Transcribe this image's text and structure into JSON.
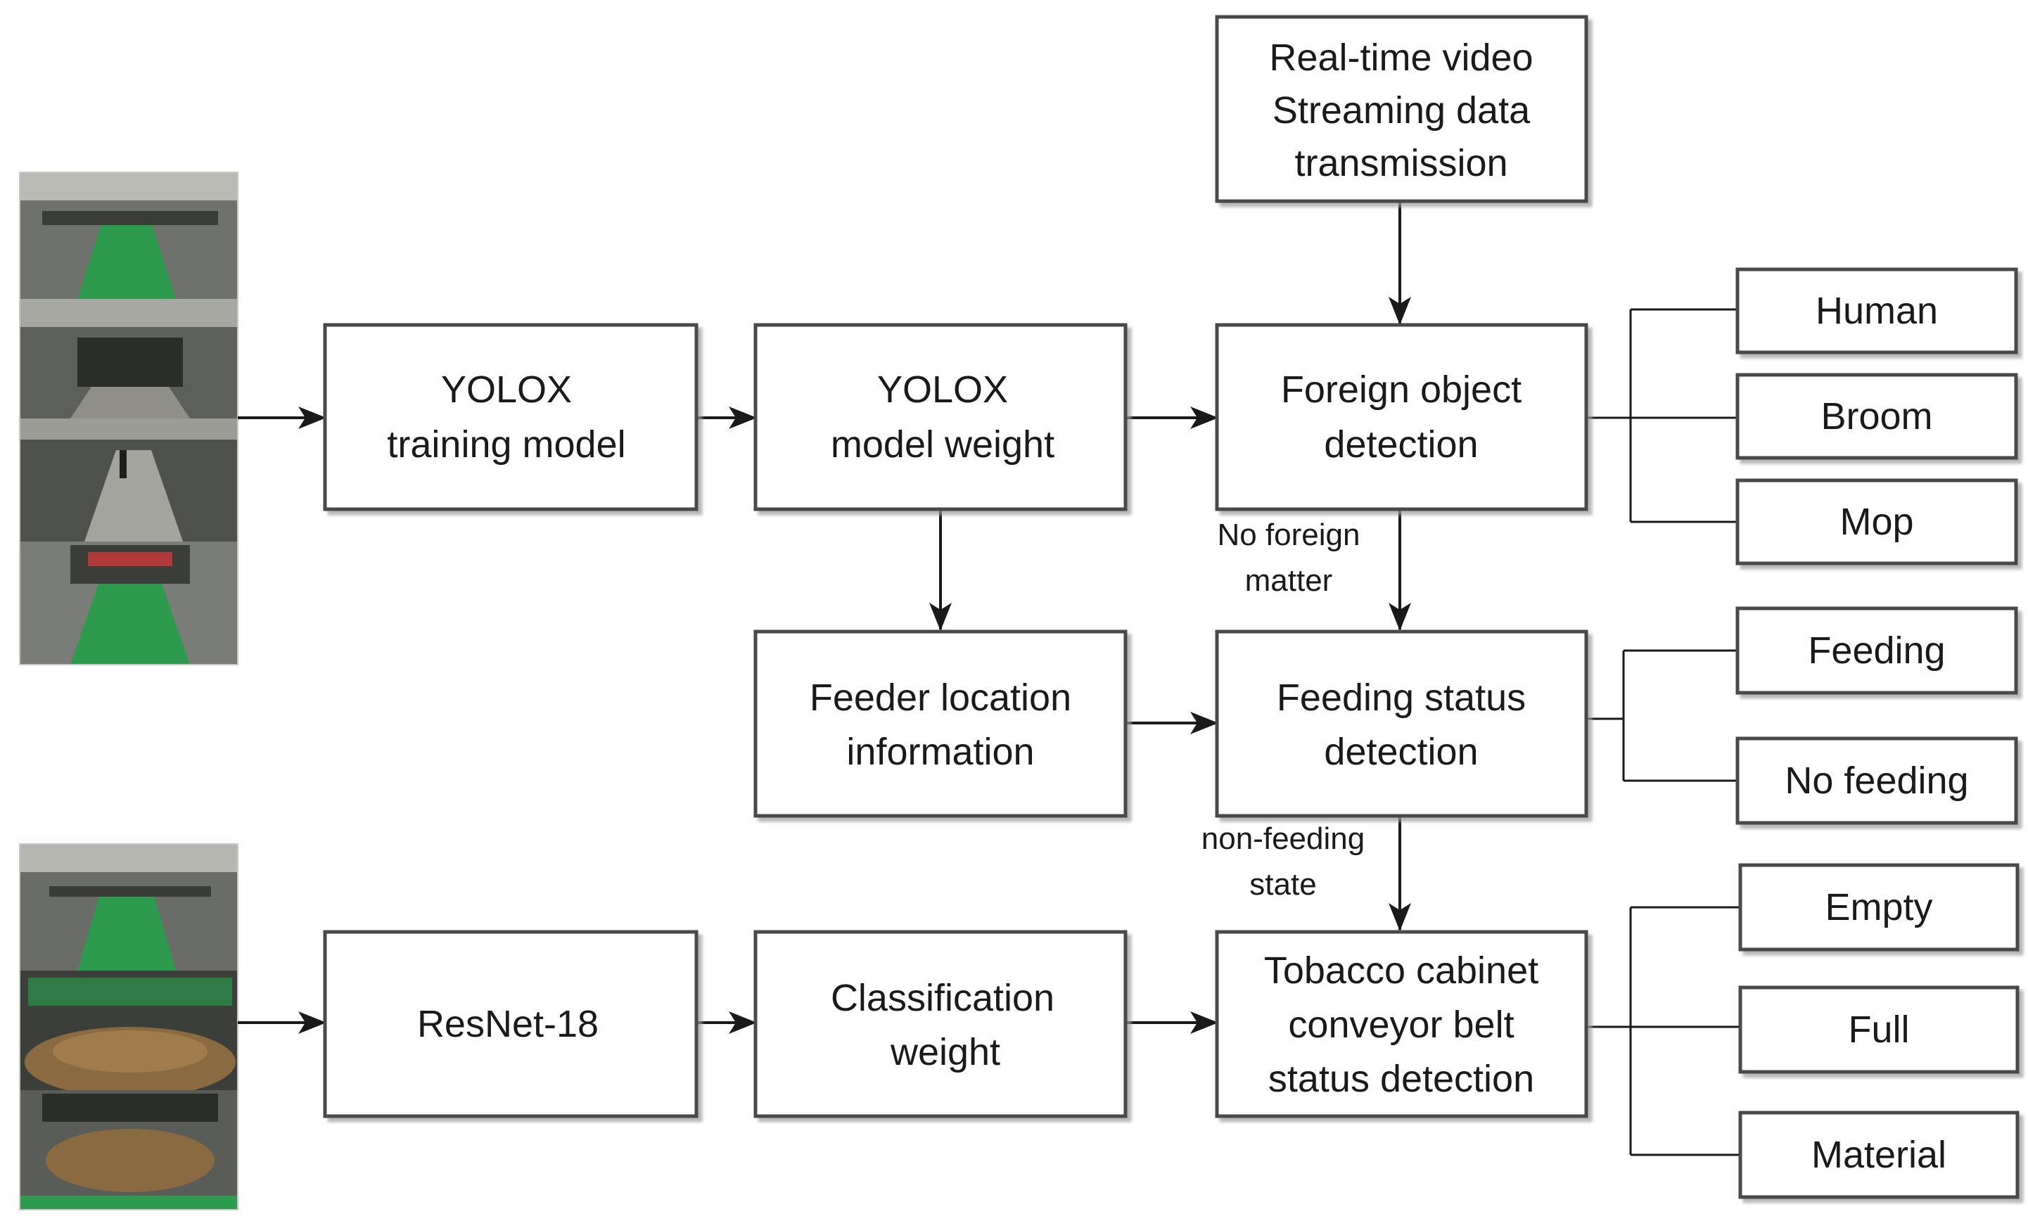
{
  "nodes": {
    "stream": [
      "Real-time video",
      "Streaming data",
      "transmission"
    ],
    "yolox_train": [
      "YOLOX",
      "training model"
    ],
    "yolox_weight": [
      "YOLOX",
      "model weight"
    ],
    "foreign": [
      "Foreign object",
      "detection"
    ],
    "feeder_loc": [
      "Feeder location",
      "information"
    ],
    "feeding": [
      "Feeding status",
      "detection"
    ],
    "resnet": [
      "ResNet-18"
    ],
    "class_weight": [
      "Classification",
      "weight"
    ],
    "tobacco": [
      "Tobacco cabinet",
      "conveyor belt",
      "status detection"
    ]
  },
  "outputs": {
    "foreign": [
      "Human",
      "Broom",
      "Mop"
    ],
    "feeding": [
      "Feeding",
      "No feeding"
    ],
    "tobacco": [
      "Empty",
      "Full",
      "Material"
    ]
  },
  "edge_labels": {
    "no_foreign": [
      "No foreign",
      "matter"
    ],
    "non_feeding": [
      "non-feeding",
      "state"
    ]
  },
  "colors": {
    "stroke": "#4a4a4a",
    "line": "#1a1a1a",
    "photo_green": "#2e9a4e",
    "photo_gray": "#7a7c78",
    "photo_tobacco": "#8a6a40"
  }
}
